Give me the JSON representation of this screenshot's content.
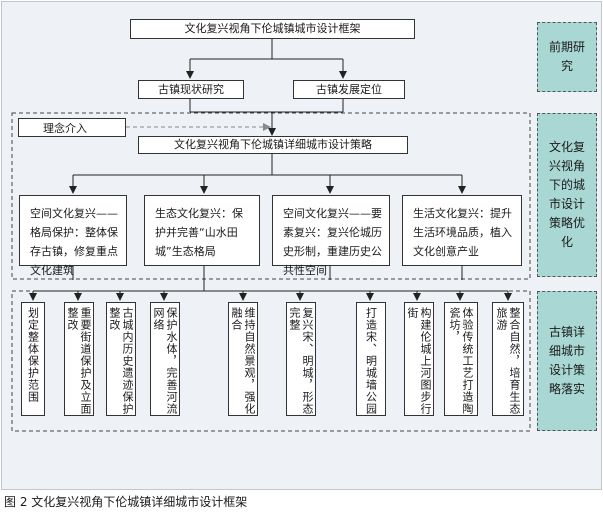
{
  "title_box": "文化复兴视角下伦城镇城市设计框架",
  "research_boxes": [
    "古镇现状研究",
    "古镇发展定位"
  ],
  "idea_box": "理念介入",
  "strategy_box": "文化复兴视角下伦城镇详细城市设计策略",
  "strategies": [
    "空间文化复兴——格局保护：整体保存古镇，修复重点文化建筑",
    "生态文化复兴：保护并完善“山水田城”生态格局",
    "空间文化复兴——要素复兴：复兴伦城历史形制，重建历史公共性空间",
    "生活文化复兴：提升生活环境品质，植入文化创意产业"
  ],
  "actions": [
    "划定整体保护范围",
    "重要街道保护及立面整改",
    "古城内历史遗迹保护整改",
    "保护水体，完善河流网络",
    "维持自然景观，强化融合",
    "复兴宋、明城，形态完整",
    "打造宋、明城墙公园",
    "构建伦城上河图步行街",
    "体验传统工艺打造陶瓷坊，",
    "整合自然，培育生态旅游"
  ],
  "side_labels": [
    "前期研究",
    "文化复兴视角下的城市设计策略优化",
    "古镇详细城市设计策略落实"
  ],
  "caption": "图 2  文化复兴视角下伦城镇详细城市设计框架"
}
